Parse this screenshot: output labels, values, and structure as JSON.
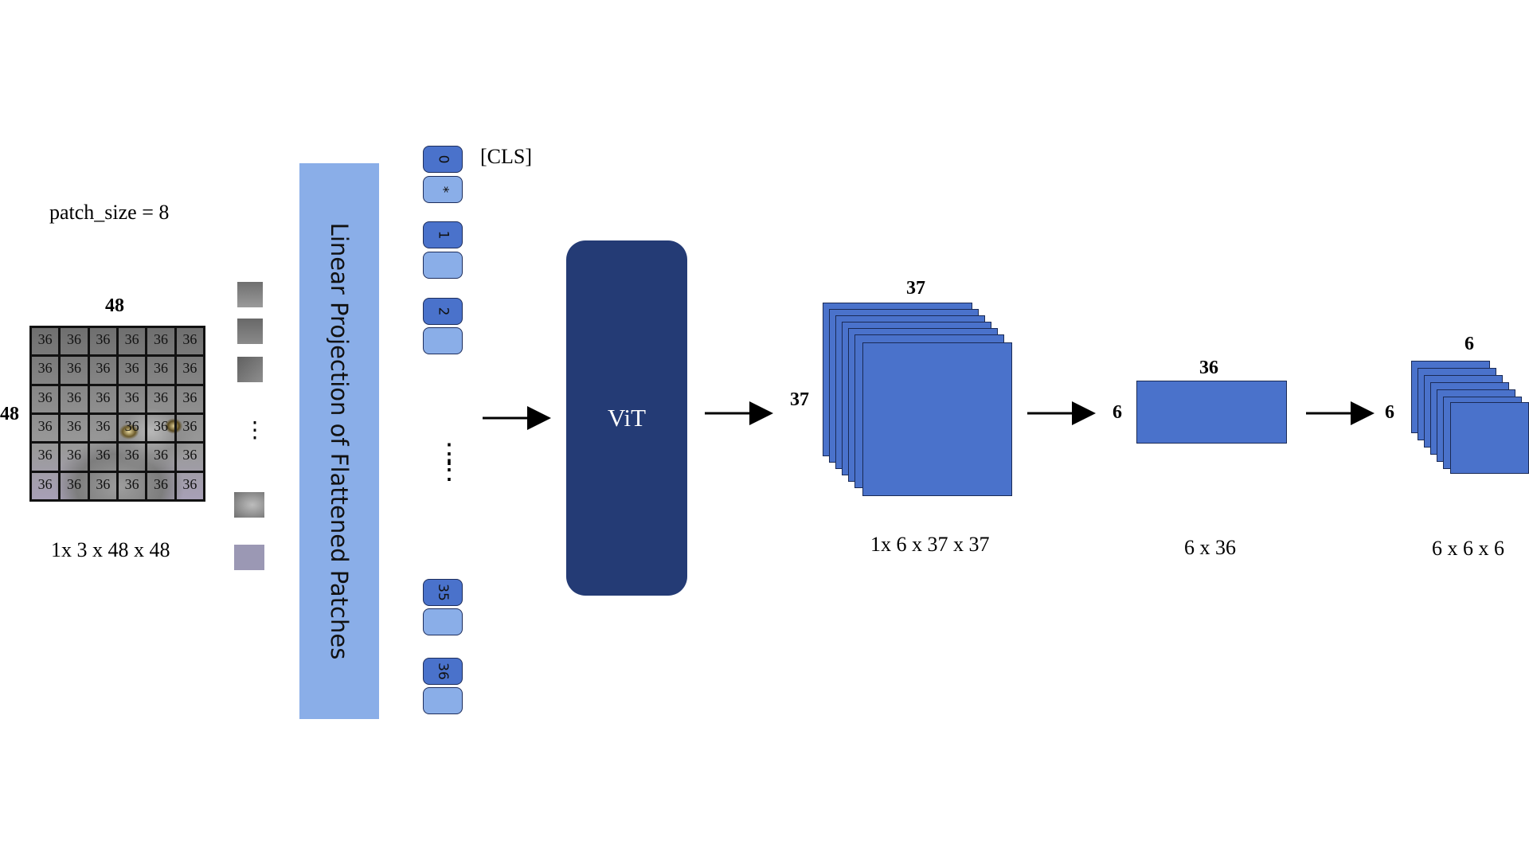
{
  "input": {
    "patch_size_label": "patch_size = 8",
    "width_label": "48",
    "height_label": "48",
    "cell_label": "36",
    "shape_label": "1x 3 x 48 x 48",
    "grid_rows": 6,
    "grid_cols": 6
  },
  "patches": {
    "ellipsis": "⋮",
    "colors": [
      "#8e8e8e",
      "#7b7b7b",
      "#777777",
      "#7c7c7c",
      "#9b98b4"
    ]
  },
  "projection": {
    "label": "Linear Projection of Flattened Patches",
    "color": "#8aaee8"
  },
  "tokens": {
    "cls_label": "[CLS]",
    "cls_pos": "0",
    "cls_embed": "*",
    "items": [
      "1",
      "2",
      "35",
      "36"
    ],
    "ellipsis": "⋮",
    "pos_color": "#4a72cb",
    "embed_color": "#8aaee8"
  },
  "vit": {
    "label": "ViT",
    "color": "#243b75"
  },
  "outputs": {
    "features": {
      "top_label": "37",
      "side_label": "37",
      "shape_label": "1x 6 x 37 x 37"
    },
    "reshape": {
      "top_label": "36",
      "side_label": "6",
      "shape_label": "6 x 36"
    },
    "final": {
      "top_label": "6",
      "side_label": "6",
      "shape_label": "6 x 6 x 6"
    },
    "fill_color": "#4a72cb"
  }
}
